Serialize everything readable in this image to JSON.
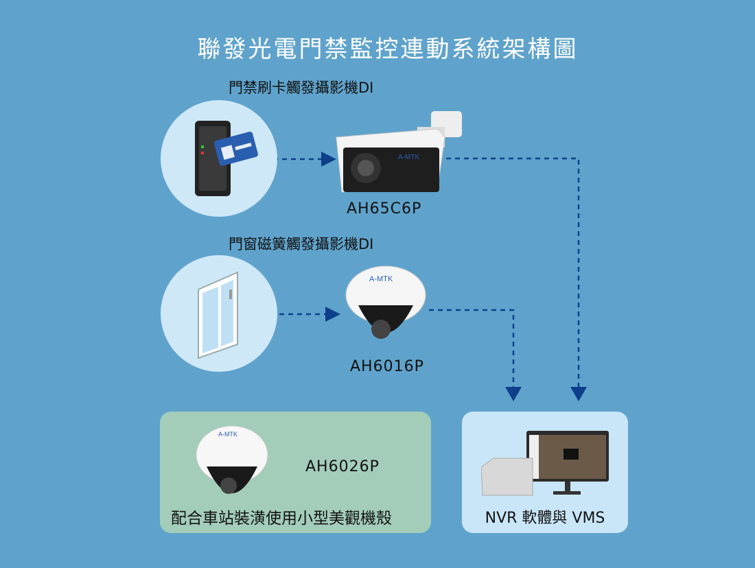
{
  "title": "聯發光電門禁監控連動系統架構圖",
  "card_reader": {
    "label": "門禁刷卡觸發攝影機DI",
    "icon": "card-reader-icon"
  },
  "bullet_camera": {
    "model": "AH65C6P",
    "brand": "A-MTK"
  },
  "door_sensor": {
    "label": "門窗磁簧觸發攝影機DI",
    "icon": "window-icon"
  },
  "dome_camera": {
    "model": "AH6016P",
    "brand": "A-MTK"
  },
  "mini_dome": {
    "model": "AH6026P",
    "brand": "A-MTK",
    "caption": "配合車站裝潢使用小型美觀機殼"
  },
  "nvr": {
    "caption": "NVR 軟體與 VMS"
  },
  "colors": {
    "background": "#5fa3cc",
    "circle": "#cfe8f8",
    "green_box": "#a3cdb9",
    "nvr_box": "#c9e6f8",
    "arrow": "#0d3f8a"
  }
}
